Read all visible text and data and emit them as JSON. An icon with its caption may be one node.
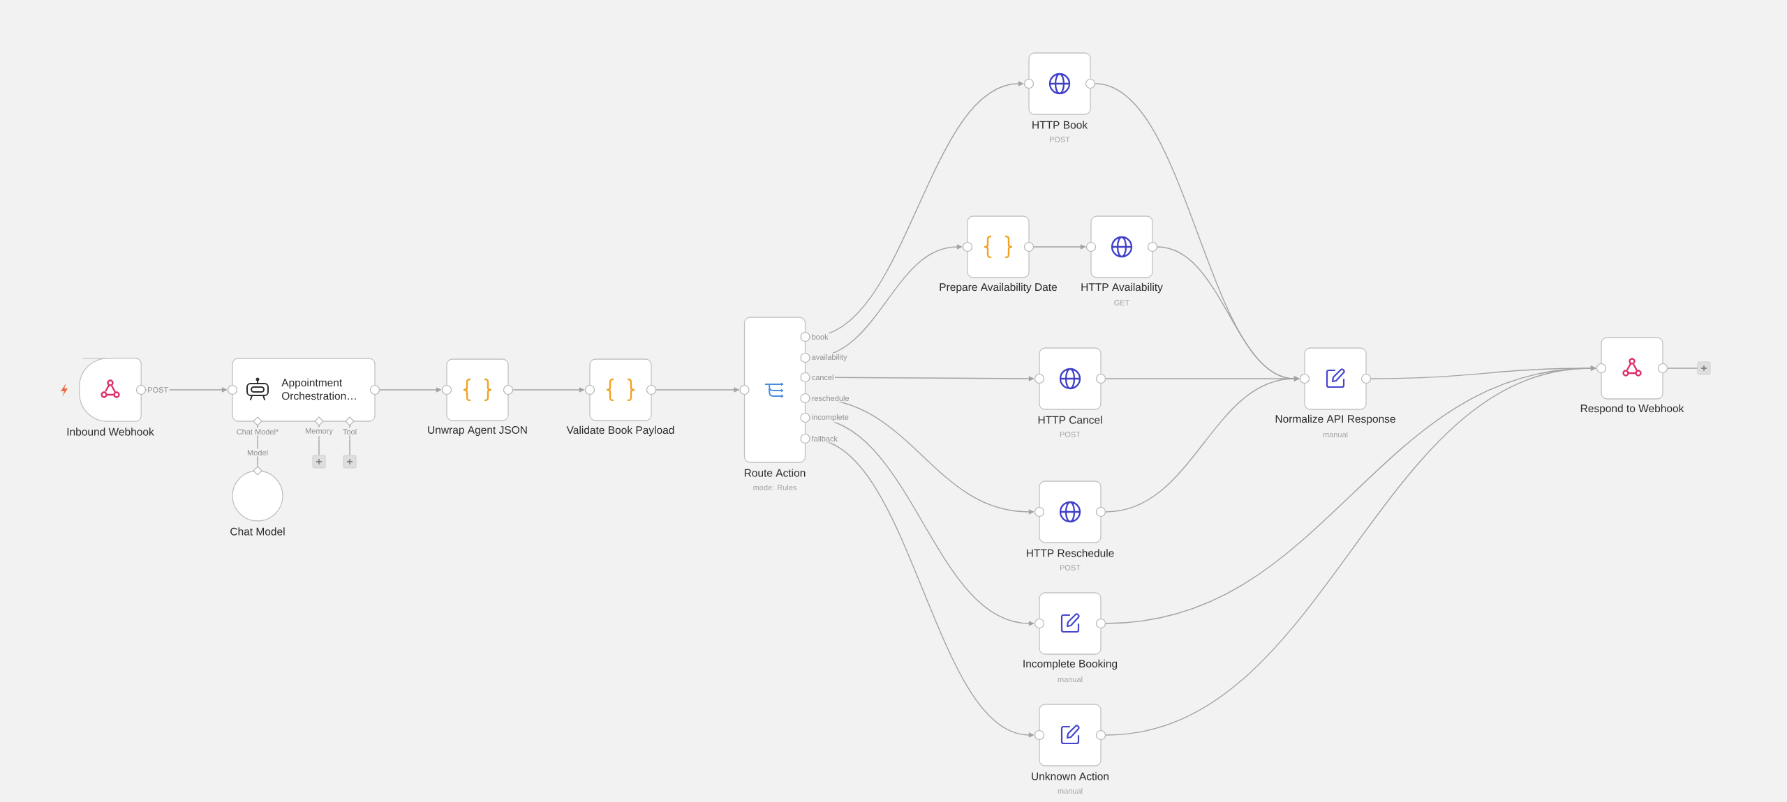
{
  "diagram": {
    "nodes": [
      {
        "text": [
          "Inbound Webhook"
        ]
      },
      {
        "text": [
          "Appointment Orchestration…"
        ],
        "beside": [
          "Chat Model*",
          "Memory",
          "Tool"
        ]
      },
      {
        "text": [
          "Chat Model"
        ]
      },
      {
        "text": [],
        "shape": "box"
      },
      {
        "text": [],
        "shape": "box"
      },
      {
        "text": [
          "Unwrap Agent JSON"
        ]
      },
      {
        "text": [
          "Validate Book Payload"
        ]
      },
      {
        "text": [
          "Route Action",
          "mode: Rules"
        ]
      },
      {
        "text": [
          "HTTP Book",
          "POST"
        ]
      },
      {
        "text": [
          "Prepare Availability Date"
        ]
      },
      {
        "text": [
          "HTTP Availability",
          "GET"
        ]
      },
      {
        "text": [
          "HTTP Cancel",
          "POST"
        ]
      },
      {
        "text": [
          "HTTP Reschedule",
          "POST"
        ]
      },
      {
        "text": [
          "Incomplete Booking",
          "manual"
        ]
      },
      {
        "text": [
          "Unknown Action",
          "manual"
        ]
      },
      {
        "text": [
          "Normalize API Response",
          "manual"
        ]
      },
      {
        "text": [
          "Respond to Webhook"
        ]
      },
      {
        "text": [],
        "shape": "box"
      }
    ],
    "edges": [
      {
        "from": 0,
        "to": 1,
        "arrow": "to",
        "label": "POST"
      },
      {
        "from": 1,
        "to": 5,
        "arrow": "to"
      },
      {
        "from": 5,
        "to": 6,
        "arrow": "to"
      },
      {
        "from": 6,
        "to": 7,
        "arrow": "to"
      },
      {
        "from": 7,
        "to": 8,
        "arrow": "to",
        "label": "book"
      },
      {
        "from": 7,
        "to": 9,
        "arrow": "to",
        "label": "availability"
      },
      {
        "from": 7,
        "to": 11,
        "arrow": "to",
        "label": "cancel"
      },
      {
        "from": 7,
        "to": 12,
        "arrow": "to",
        "label": "reschedule"
      },
      {
        "from": 7,
        "to": 13,
        "arrow": "to",
        "label": "incomplete"
      },
      {
        "from": 7,
        "to": 14,
        "arrow": "to",
        "label": "fallback"
      },
      {
        "from": 9,
        "to": 10,
        "arrow": "to"
      },
      {
        "from": 8,
        "to": 15,
        "arrow": "to"
      },
      {
        "from": 10,
        "to": 15,
        "arrow": "to"
      },
      {
        "from": 11,
        "to": 15,
        "arrow": "to"
      },
      {
        "from": 12,
        "to": 15,
        "arrow": "to"
      },
      {
        "from": 15,
        "to": 16,
        "arrow": "to"
      },
      {
        "from": 13,
        "to": 16,
        "arrow": "to"
      },
      {
        "from": 14,
        "to": 16,
        "arrow": "to"
      },
      {
        "from": 2,
        "to": 1,
        "arrow": "none",
        "label": "Model"
      },
      {
        "from": 1,
        "to": 3,
        "arrow": "none"
      },
      {
        "from": 1,
        "to": 4,
        "arrow": "none"
      },
      {
        "from": 16,
        "to": 17,
        "arrow": "none"
      }
    ]
  }
}
